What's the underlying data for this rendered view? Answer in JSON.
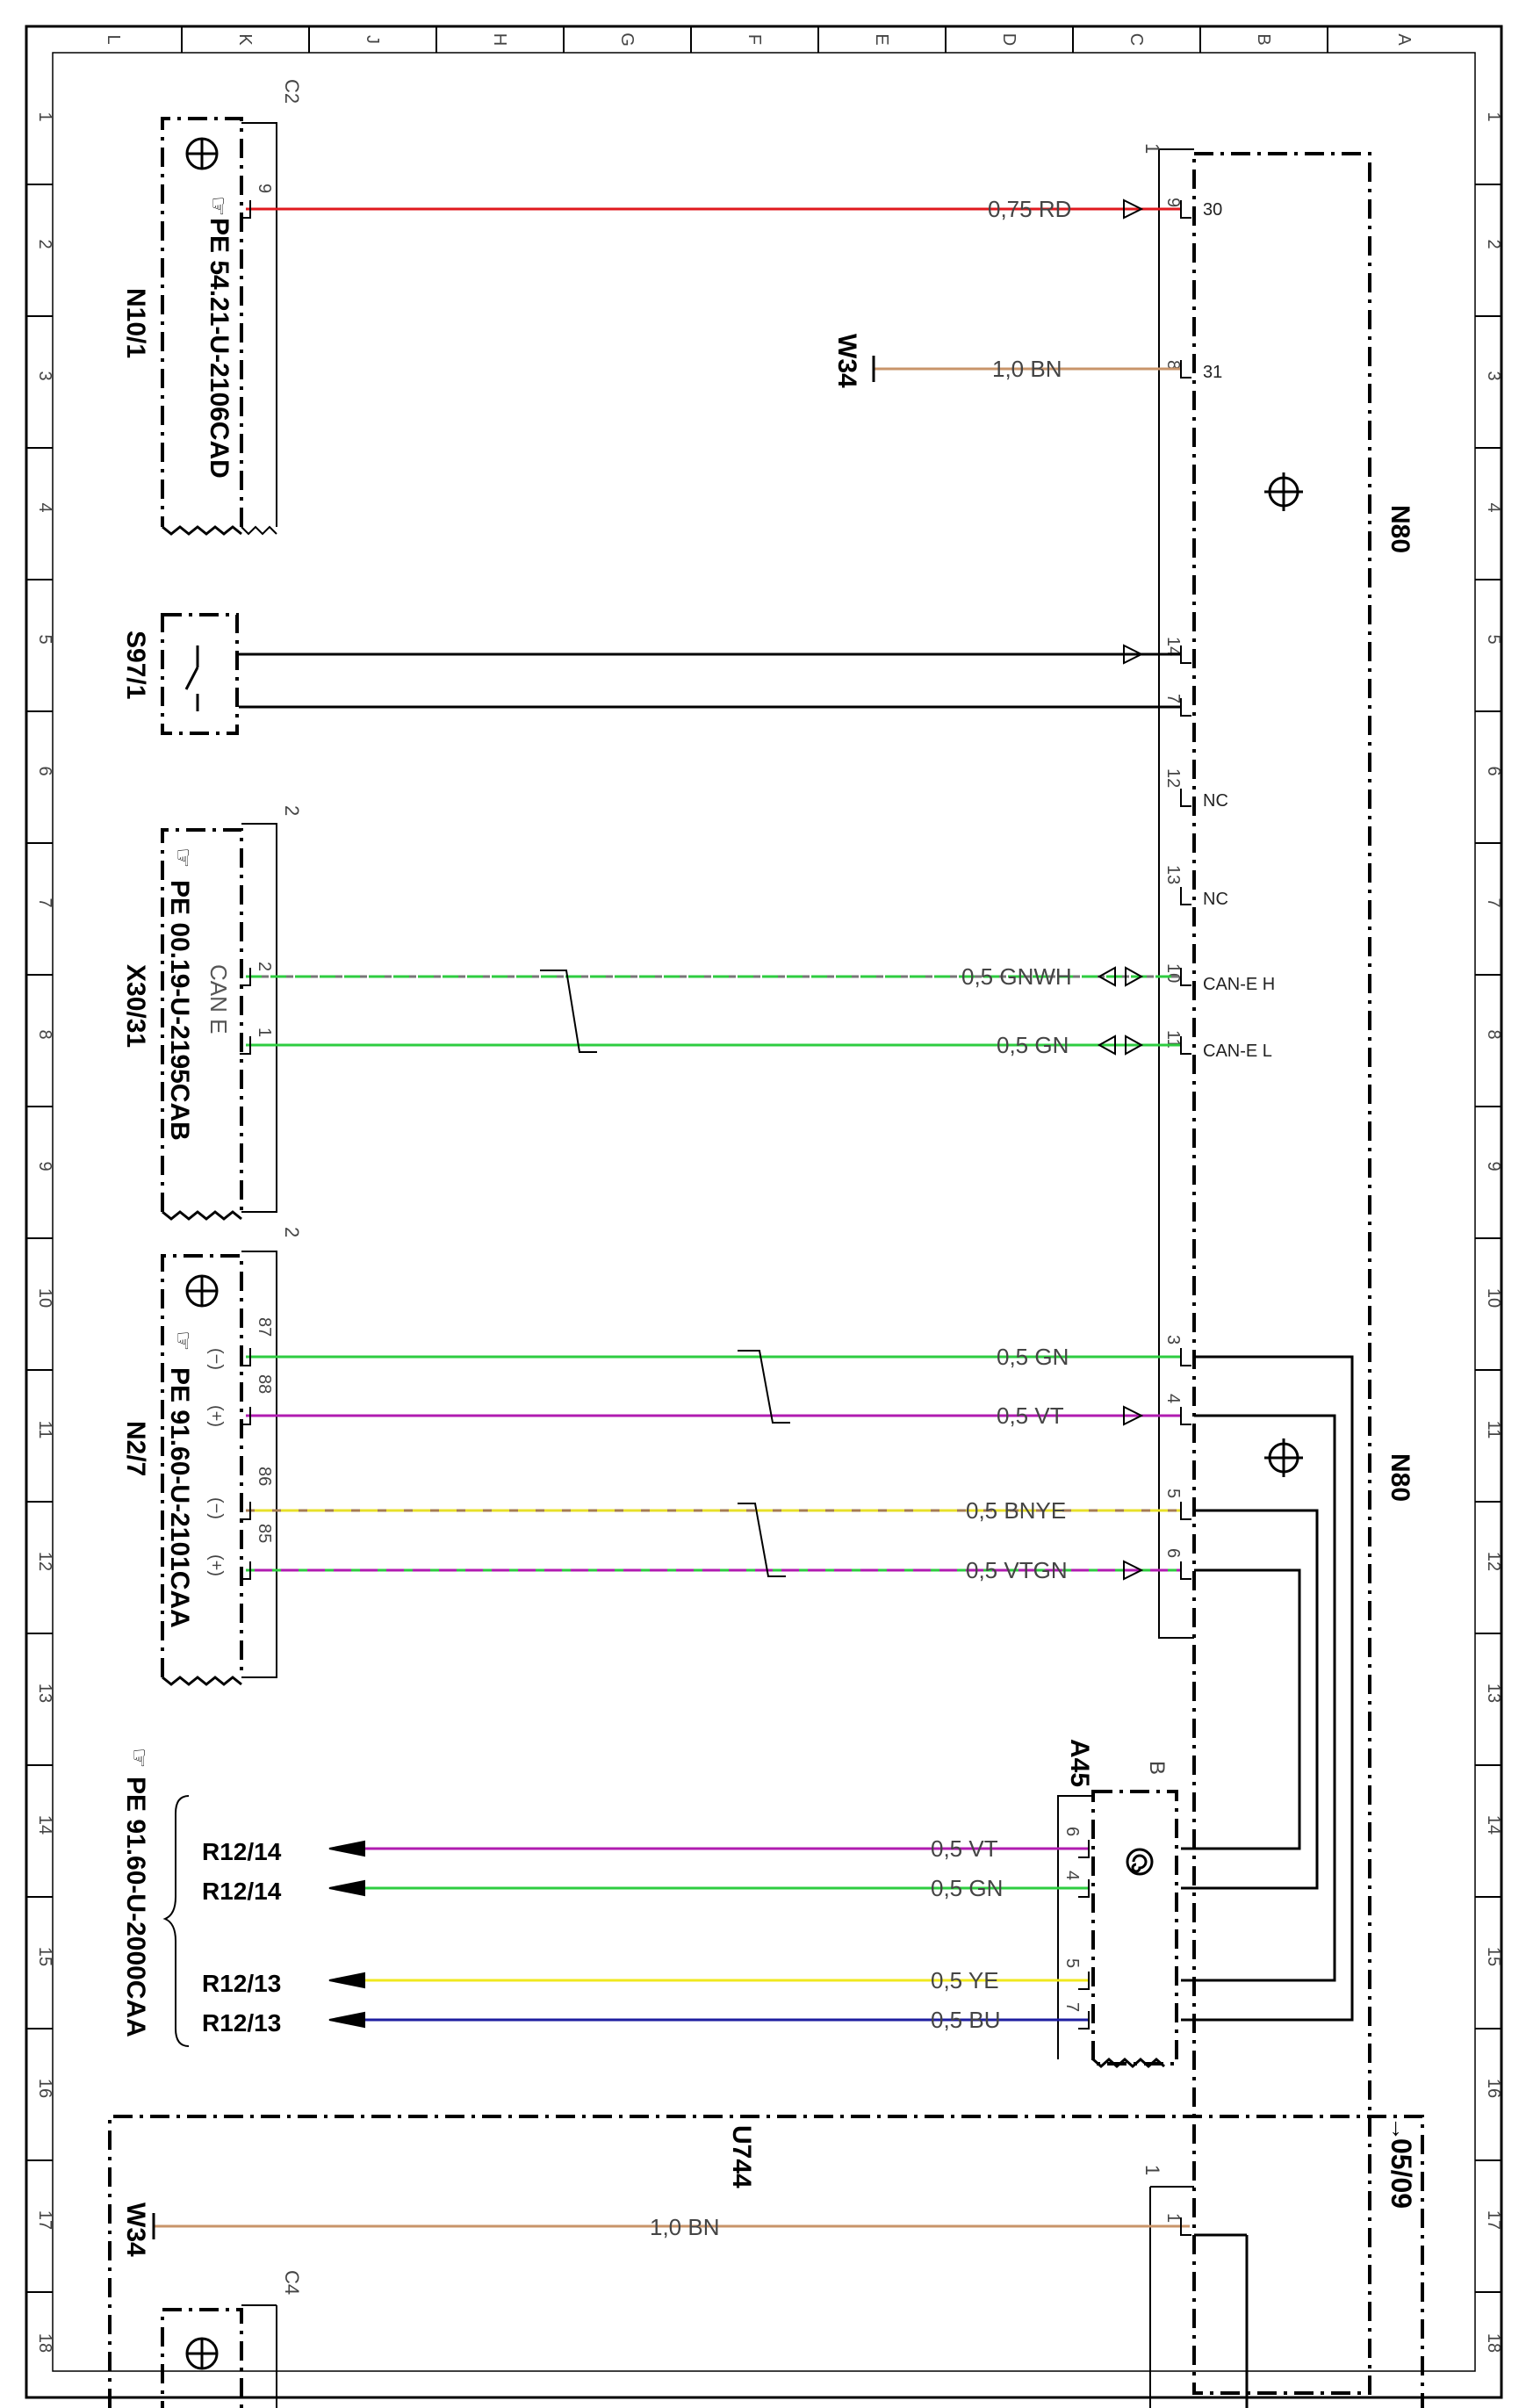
{
  "grid": {
    "columns": [
      "L",
      "K",
      "J",
      "H",
      "G",
      "F",
      "E",
      "D",
      "C",
      "B",
      "A"
    ],
    "rows": [
      "1",
      "2",
      "3",
      "4",
      "5",
      "6",
      "7",
      "8",
      "9",
      "10",
      "11",
      "12",
      "13",
      "14",
      "15",
      "16",
      "17",
      "18"
    ]
  },
  "components": {
    "n10_1": {
      "code": "N10/1",
      "part": "PE 54.21-U-2106CAD",
      "connector": "C2",
      "pin": "9"
    },
    "s97_1": {
      "code": "S97/1"
    },
    "x30_31": {
      "code": "X30/31",
      "part": "PE 00.19-U-2195CAB",
      "connector": "2",
      "bus": "CAN E",
      "pin_a": "2",
      "pin_b": "1"
    },
    "n2_7": {
      "code": "N2/7",
      "part": "PE 91.60-U-2101CAA",
      "connector": "2",
      "pins": [
        {
          "num": "87",
          "sign": "(−)"
        },
        {
          "num": "88",
          "sign": "(+)"
        },
        {
          "num": "86",
          "sign": "(−)"
        },
        {
          "num": "85",
          "sign": "(+)"
        }
      ]
    },
    "n80": {
      "code": "N80",
      "connector": "1",
      "terminals": [
        "30",
        "31",
        "NC",
        "NC",
        "CAN-E H",
        "CAN-E L"
      ],
      "pins": [
        "9",
        "8",
        "14",
        "7",
        "12",
        "13",
        "10",
        "11",
        "3",
        "4",
        "5",
        "6"
      ]
    },
    "n80_lower": {
      "code": "N80"
    },
    "a45": {
      "code": "A45",
      "connector": "B",
      "pins": [
        "6",
        "4",
        "5",
        "7"
      ]
    },
    "pe_group": {
      "part": "PE 91.60-U-2000CAA",
      "refs": [
        "R12/14",
        "R12/14",
        "R12/13",
        "R12/13"
      ]
    },
    "u744": {
      "code": "U744",
      "ref": "05/09",
      "connector": "1",
      "pin": "1",
      "ground": "W34",
      "wire": "1,0 BN",
      "conn2": "C4"
    },
    "w34": {
      "code": "W34"
    }
  },
  "wires": {
    "w1": {
      "label": "0,75 RD",
      "color": "#e0191e"
    },
    "w2": {
      "label": "1,0 BN",
      "color": "#c8946a"
    },
    "w3": {
      "label": "0,5 GNWH",
      "color": "#2ecc40"
    },
    "w4": {
      "label": "0,5 GN",
      "color": "#2ecc40"
    },
    "w5": {
      "label": "0,5 GN",
      "color": "#2ecc40"
    },
    "w6": {
      "label": "0,5 VT",
      "color": "#b01cb0"
    },
    "w7": {
      "label": "0,5 BNYE",
      "color": "#e8e02a"
    },
    "w8": {
      "label": "0,5 VTGN",
      "color": "#b01cb0"
    },
    "w9": {
      "label": "0,5 VT",
      "color": "#b01cb0"
    },
    "w10": {
      "label": "0,5 GN",
      "color": "#2ecc40"
    },
    "w11": {
      "label": "0,5 YE",
      "color": "#f0e81e"
    },
    "w12": {
      "label": "0,5 BU",
      "color": "#1e1ea0"
    }
  }
}
